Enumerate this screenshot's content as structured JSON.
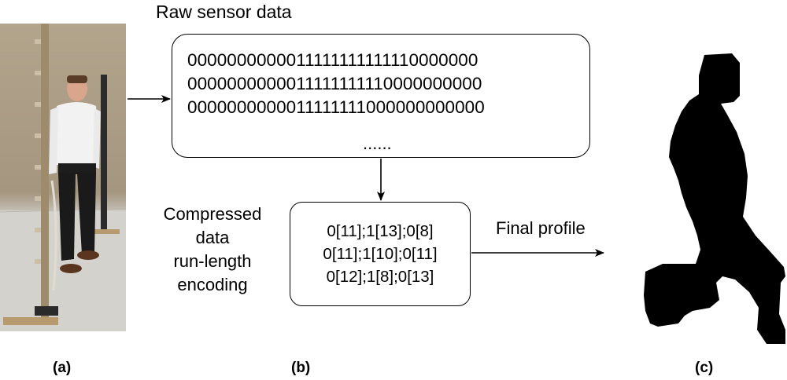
{
  "raw_title": "Raw sensor data",
  "raw_lines": [
    "0000000000011111111111110000000",
    "0000000000011111111110000000000",
    "0000000000011111111000000000000"
  ],
  "raw_ellipsis": "......",
  "encoded_lines": [
    "0[11];1[13];0[8]",
    "0[11];1[10];0[11]",
    "0[12];1[8];0[13]"
  ],
  "left_label_lines": [
    "Compressed",
    "data",
    "run-length",
    "encoding"
  ],
  "final_label": "Final profile",
  "captions": {
    "a": "(a)",
    "b": "(b)",
    "c": "(c)"
  }
}
